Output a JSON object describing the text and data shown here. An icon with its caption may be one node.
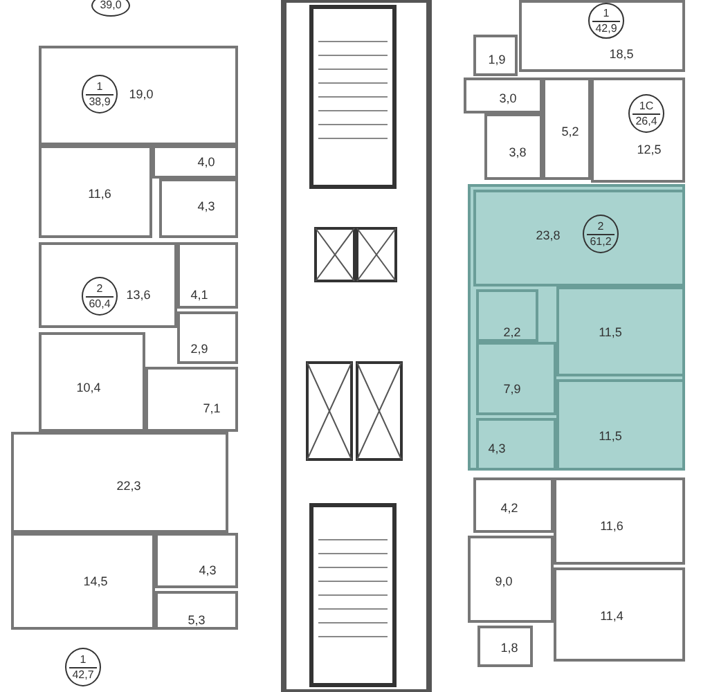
{
  "diagram": {
    "nodes": [
      {
        "text": [
          "39,0"
        ]
      },
      {
        "text": [
          "19,0"
        ]
      },
      {
        "text": [
          "1",
          "38,9"
        ],
        "in": 1
      },
      {
        "text": [
          "4,0"
        ]
      },
      {
        "text": [
          "11,6"
        ]
      },
      {
        "text": [
          "4,3"
        ]
      },
      {
        "text": [
          "13,6"
        ]
      },
      {
        "text": [
          "2",
          "60,4"
        ],
        "in": 6
      },
      {
        "text": [
          "4,1"
        ]
      },
      {
        "text": [
          "2,9"
        ]
      },
      {
        "text": [
          "10,4"
        ]
      },
      {
        "text": [
          "7,1"
        ]
      },
      {
        "text": [
          "22,3"
        ]
      },
      {
        "text": [
          "14,5"
        ]
      },
      {
        "text": [
          "4,3"
        ]
      },
      {
        "text": [
          "5,3"
        ]
      },
      {
        "text": [
          "1",
          "42,7"
        ]
      },
      {
        "text": [
          "18,5"
        ]
      },
      {
        "text": [
          "1",
          "42,9"
        ],
        "in": 17
      },
      {
        "text": [
          "1,9"
        ]
      },
      {
        "text": [
          "3,0"
        ]
      },
      {
        "text": [
          "3,8"
        ]
      },
      {
        "text": [
          "5,2"
        ]
      },
      {
        "text": [
          "12,5"
        ]
      },
      {
        "text": [
          "1С",
          "26,4"
        ],
        "in": 23
      },
      {
        "text": [],
        "shape": "box"
      },
      {
        "text": [
          "23,8"
        ],
        "in": 25
      },
      {
        "text": [
          "2",
          "61,2"
        ],
        "in": 26
      },
      {
        "text": [
          "2,2"
        ],
        "in": 25
      },
      {
        "text": [
          "11,5"
        ],
        "in": 25
      },
      {
        "text": [
          "7,9"
        ],
        "in": 25
      },
      {
        "text": [
          "11,5"
        ],
        "in": 25
      },
      {
        "text": [
          "4,3"
        ],
        "in": 25
      },
      {
        "text": [
          "4,2"
        ]
      },
      {
        "text": [
          "11,6"
        ]
      },
      {
        "text": [
          "9,0"
        ]
      },
      {
        "text": [
          "11,4"
        ]
      },
      {
        "text": [
          "1,8"
        ]
      }
    ],
    "edges": []
  }
}
